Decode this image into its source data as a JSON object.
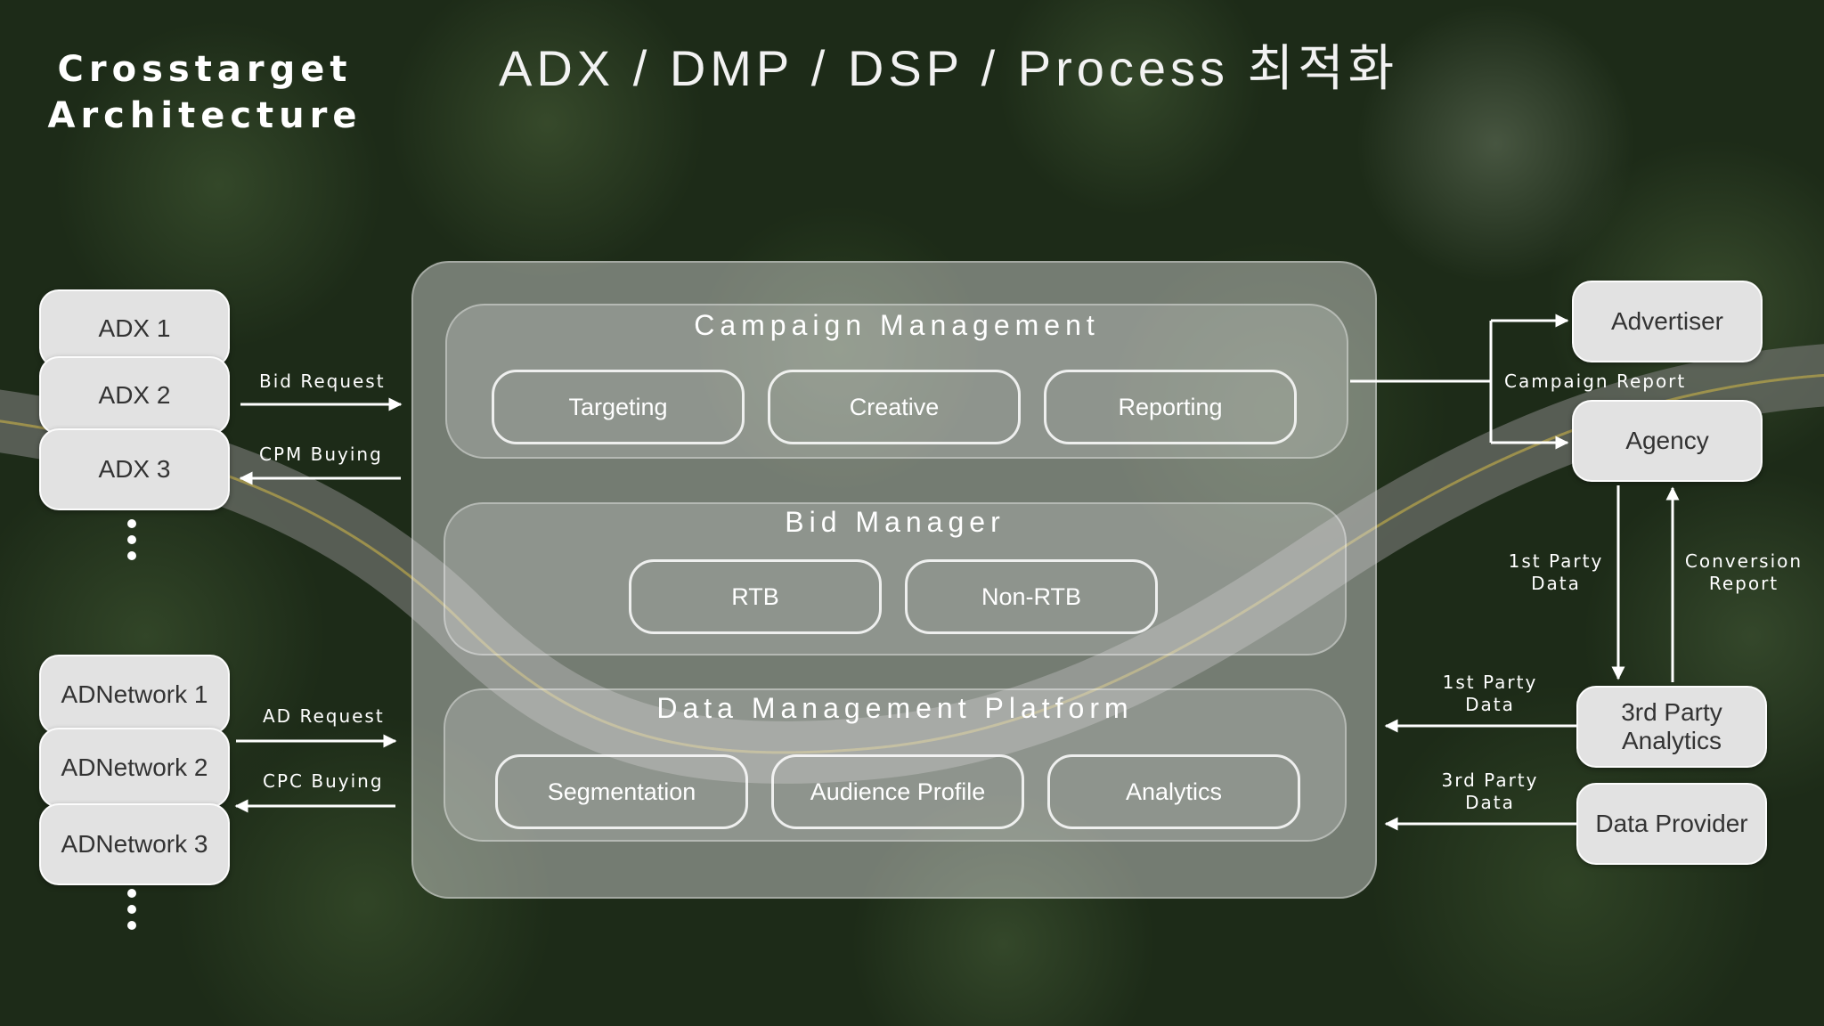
{
  "title": "ADX / DMP / DSP / Process 최적화",
  "side_title": [
    "Crosstarget",
    "Architecture"
  ],
  "exchanges": [
    "ADX 1",
    "ADX 2",
    "ADX 3"
  ],
  "networks": [
    "ADNetwork 1",
    "ADNetwork 2",
    "ADNetwork 3"
  ],
  "left_flows": {
    "bid_request": "Bid Request",
    "cpm_buying": "CPM Buying",
    "ad_request": "AD Request",
    "cpc_buying": "CPC Buying"
  },
  "sections": {
    "campaign": {
      "title": "Campaign Management",
      "modules": [
        "Targeting",
        "Creative",
        "Reporting"
      ]
    },
    "bid": {
      "title": "Bid Manager",
      "modules": [
        "RTB",
        "Non-RTB"
      ]
    },
    "dmp": {
      "title": "Data Management Platform",
      "modules": [
        "Segmentation",
        "Audience Profile",
        "Analytics"
      ]
    }
  },
  "right_nodes": {
    "advertiser": "Advertiser",
    "agency": "Agency",
    "third_party": "3rd Party Analytics",
    "data_provider": "Data Provider"
  },
  "right_flows": {
    "campaign_report": "Campaign Report",
    "first_party_down": [
      "1st Party",
      "Data"
    ],
    "conversion_report": [
      "Conversion",
      "Report"
    ],
    "first_party_in": [
      "1st Party",
      "Data"
    ],
    "third_party_in": [
      "3rd Party",
      "Data"
    ]
  },
  "colors": {
    "pill_fill": "#e2e2e2",
    "pill_text": "#333333",
    "text_light": "#ffffff",
    "forest": "#1d2b18"
  }
}
